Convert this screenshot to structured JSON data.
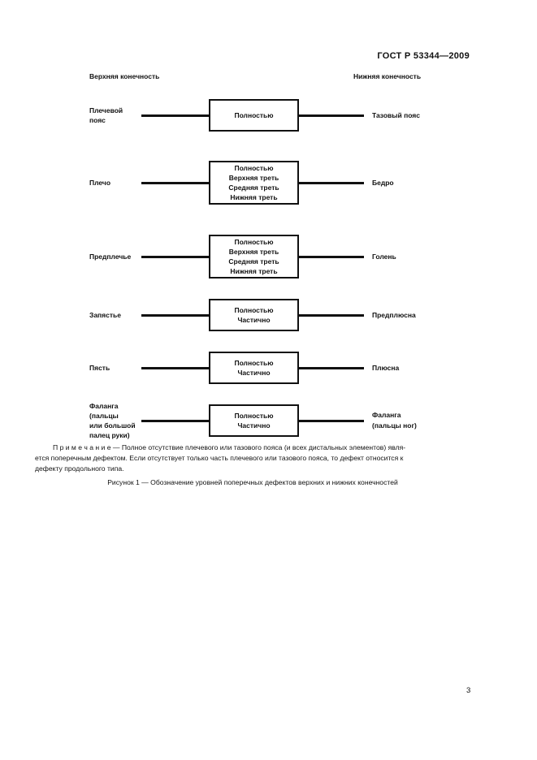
{
  "page": {
    "header": "ГОСТ Р 53344—2009",
    "page_number": "3"
  },
  "diagram": {
    "left_column_header": "Верхняя конечность",
    "right_column_header": "Нижняя конечность",
    "rows": [
      {
        "left": "Плечевой\nпояс",
        "box": "Полностью",
        "right": "Тазовый пояс"
      },
      {
        "left": "Плечо",
        "box": "Полностью\nВерхняя треть\nСредняя треть\nНижняя треть",
        "right": "Бедро"
      },
      {
        "left": "Предплечье",
        "box": "Полностью\nВерхняя треть\nСредняя треть\nНижняя треть",
        "right": "Голень"
      },
      {
        "left": "Запястье",
        "box": "Полностью\nЧастично",
        "right": "Предплюсна"
      },
      {
        "left": "Пясть",
        "box": "Полностью\nЧастично",
        "right": "Плюсна"
      },
      {
        "left": "Фаланга\n(пальцы\nили большой\nпалец руки)",
        "box": "Полностью\nЧастично",
        "right": "Фаланга\n(пальцы ног)"
      }
    ]
  },
  "note": {
    "text": "П р и м е ч а н и е — Полное отсутствие плечевого или тазового пояса (и всех дистальных элементов) явля-\nется поперечным дефектом. Если отсутствует только часть плечевого или тазового пояса, то дефект относится к\nдефекту продольного типа."
  },
  "caption": "Рисунок 1 — Обозначение уровней поперечных дефектов верхних и нижних конечностей",
  "colors": {
    "text": "#111111",
    "background": "#ffffff"
  }
}
